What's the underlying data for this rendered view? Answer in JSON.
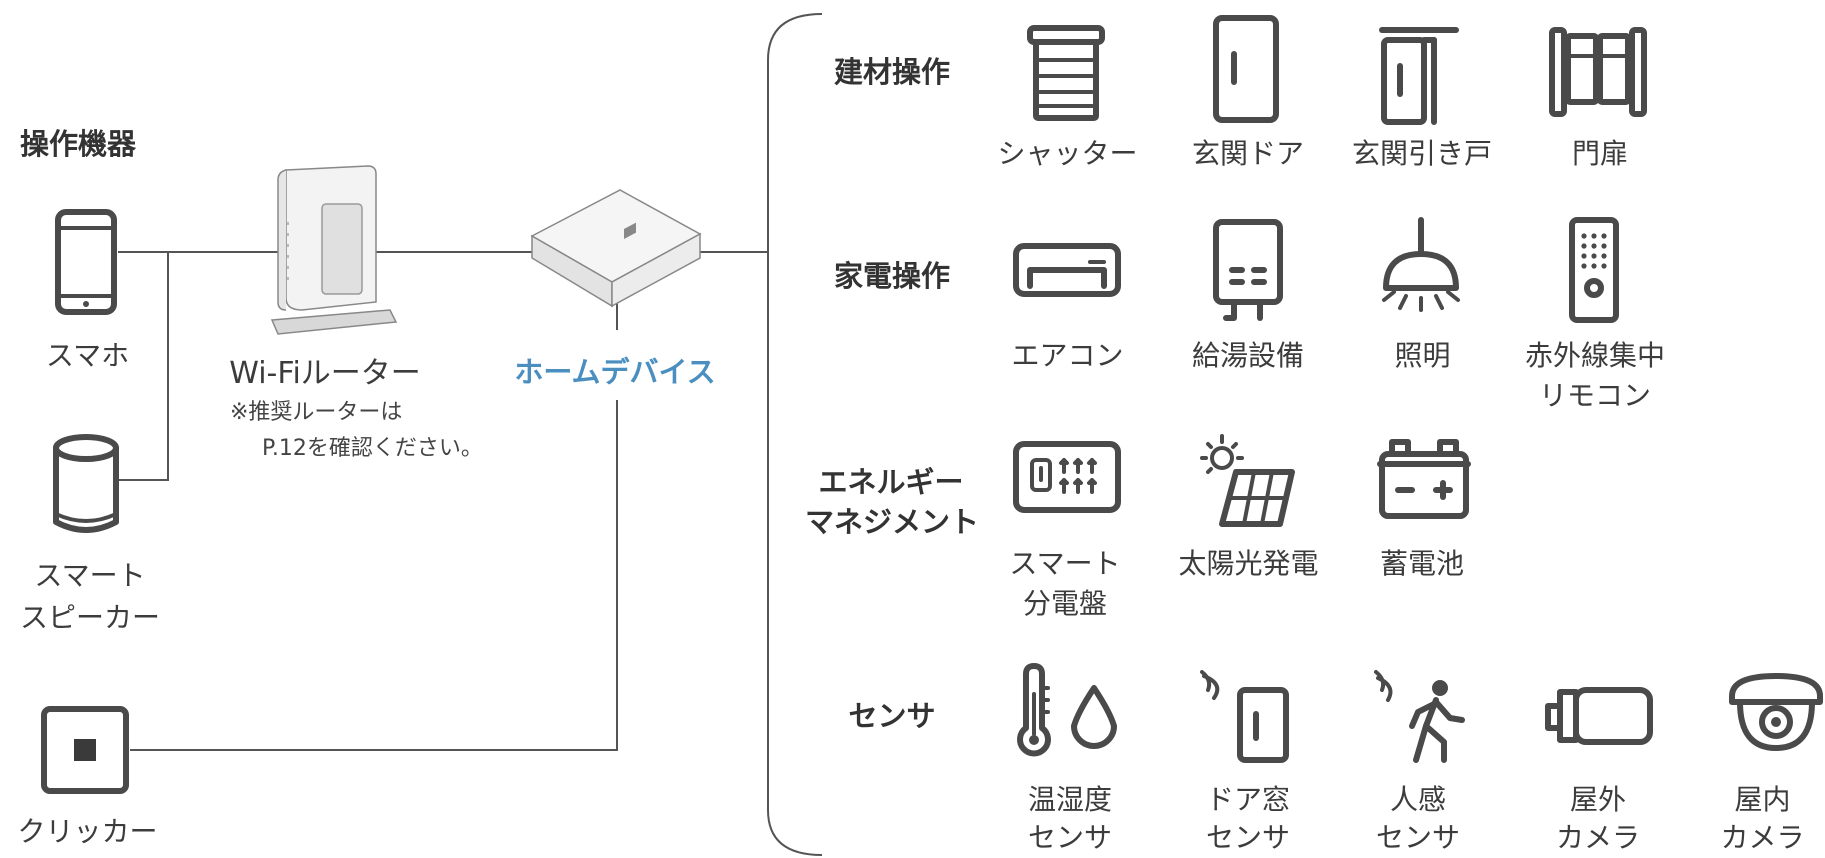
{
  "controllers": {
    "heading": "操作機器",
    "smartphone": "スマホ",
    "speaker": [
      "スマート",
      "スピーカー"
    ],
    "clicker": "クリッカー"
  },
  "router": {
    "label": "Wi-Fiルーター",
    "note": [
      "※推奨ルーターは",
      "P.12を確認ください。"
    ]
  },
  "hub": {
    "label": "ホームデバイス",
    "color": "#4a8fc0"
  },
  "categories": {
    "building": {
      "title": "建材操作",
      "items": [
        "シャッター",
        "玄関ドア",
        "玄関引き戸",
        "門扉"
      ]
    },
    "appliance": {
      "title": "家電操作",
      "items": [
        "エアコン",
        "給湯設備",
        "照明"
      ],
      "remote": [
        "赤外線集中",
        "リモコン"
      ]
    },
    "energy": {
      "title": [
        "エネルギー",
        "マネジメント"
      ],
      "panel": [
        "スマート",
        "分電盤"
      ],
      "items": [
        "太陽光発電",
        "蓄電池"
      ]
    },
    "sensor": {
      "title": "センサ",
      "items": [
        [
          "温湿度",
          "センサ"
        ],
        [
          "ドア窓",
          "センサ"
        ],
        [
          "人感",
          "センサ"
        ],
        [
          "屋外",
          "カメラ"
        ],
        [
          "屋内",
          "カメラ"
        ]
      ]
    }
  }
}
